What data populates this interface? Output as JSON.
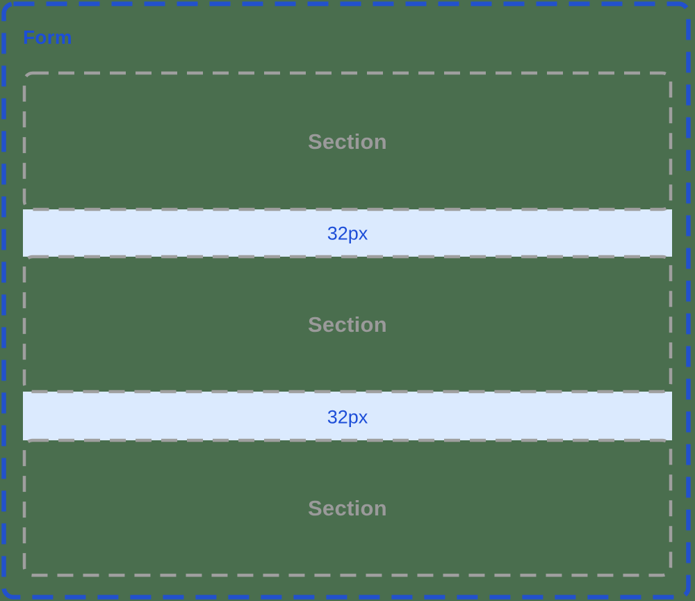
{
  "diagram": {
    "form": {
      "label": "Form"
    },
    "sections": [
      {
        "label": "Section"
      },
      {
        "label": "Section"
      },
      {
        "label": "Section"
      }
    ],
    "spacers": [
      {
        "label": "32px",
        "size_value": "32px"
      },
      {
        "label": "32px",
        "size_value": "32px"
      }
    ],
    "colors": {
      "background": "#4a6e4e",
      "form_border": "#2251cc",
      "form_label_text": "#1d4ed8",
      "section_border": "#9f9f9f",
      "section_label_text": "#9a9a9a",
      "spacer_fill": "#dbeafe",
      "spacer_label_text": "#1d4ed8"
    }
  }
}
